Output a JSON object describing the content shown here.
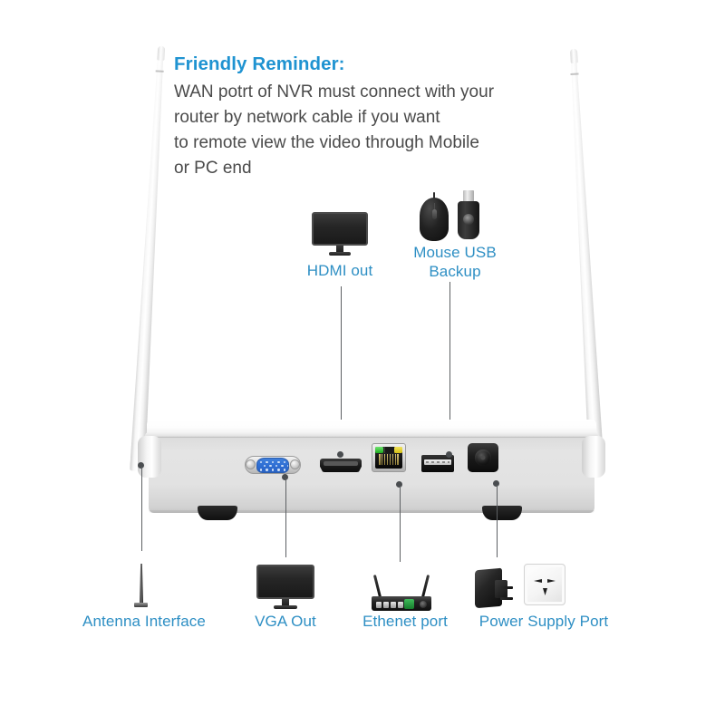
{
  "colors": {
    "label_blue": "#2e8fc4",
    "title_blue": "#1f93d1",
    "body_gray": "#4a4a4a",
    "leader_line": "#5d6063",
    "chassis_light": "#e2e2e2",
    "vga_blue": "#2f6fd4",
    "led_green": "#1faa1f",
    "led_yellow": "#d4bf14"
  },
  "reminder": {
    "title": "Friendly Reminder:",
    "lines": [
      "WAN potrt of NVR must connect with your",
      "router by network cable if you want",
      "to remote view the video through Mobile",
      "or PC end"
    ]
  },
  "callouts": {
    "hdmi": {
      "label": "HDMI out",
      "icon": "monitor-icon"
    },
    "mouse_usb": {
      "label": "Mouse USB\nBackup",
      "icon_mouse": "mouse-icon",
      "icon_usb": "usb-flash-drive-icon"
    },
    "antenna": {
      "label": "Antenna Interface",
      "icon": "antenna-icon"
    },
    "vga": {
      "label": "VGA Out",
      "icon": "monitor-icon"
    },
    "ethernet": {
      "label": "Ethenet port",
      "icon": "router-icon"
    },
    "power": {
      "label": "Power Supply Port",
      "icon_adapter": "power-adapter-icon",
      "icon_socket": "wall-socket-icon"
    }
  },
  "device": {
    "name": "nvr-rear-panel",
    "ports": [
      {
        "id": "vga-port",
        "type": "VGA"
      },
      {
        "id": "hdmi-port",
        "type": "HDMI"
      },
      {
        "id": "ethernet-port",
        "type": "RJ45"
      },
      {
        "id": "usb-port",
        "type": "USB"
      },
      {
        "id": "dc-power-jack",
        "type": "DC"
      }
    ],
    "antennas": [
      {
        "id": "antenna-left"
      },
      {
        "id": "antenna-right"
      }
    ]
  }
}
